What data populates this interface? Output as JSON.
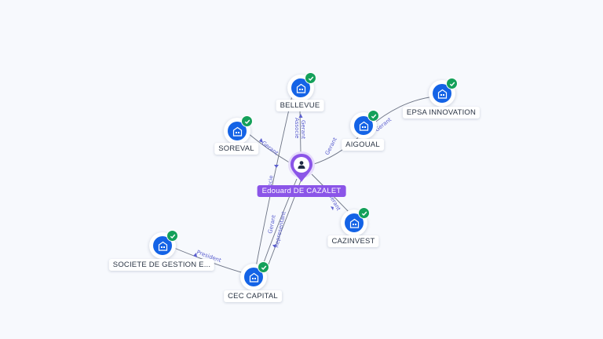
{
  "center": {
    "name": "Edouard DE CAZALET",
    "icon": "person-icon",
    "accent": "#8b55e8"
  },
  "companies": {
    "bellevue": {
      "name": "BELLEVUE",
      "icon": "building-icon",
      "verified": true
    },
    "soreval": {
      "name": "SOREVAL",
      "icon": "building-icon",
      "verified": true
    },
    "aigoual": {
      "name": "AIGOUAL",
      "icon": "building-icon",
      "verified": true
    },
    "epsa": {
      "name": "EPSA INNOVATION",
      "icon": "building-icon",
      "verified": true
    },
    "cazinvest": {
      "name": "CAZINVEST",
      "icon": "building-icon",
      "verified": true
    },
    "societe": {
      "name": "SOCIETE DE GESTION E...",
      "icon": "building-icon",
      "verified": true
    },
    "cec": {
      "name": "CEC CAPITAL",
      "icon": "building-icon",
      "verified": true
    }
  },
  "relations": {
    "bellevue_line1": "Gerant",
    "bellevue_line2": "Associe",
    "soreval": "Gerant",
    "aigoual": "Gerant",
    "epsa": "Gerant",
    "cazinvest": "Gerant",
    "cec_line1": "Gerant",
    "cec_line2": "Representant",
    "cec_bellevue": "Associe",
    "societe": "President"
  },
  "colors": {
    "company": "#1463e6",
    "verified": "#14a05a",
    "edge": "#6c7384",
    "edge_label": "#5b5fcf"
  }
}
